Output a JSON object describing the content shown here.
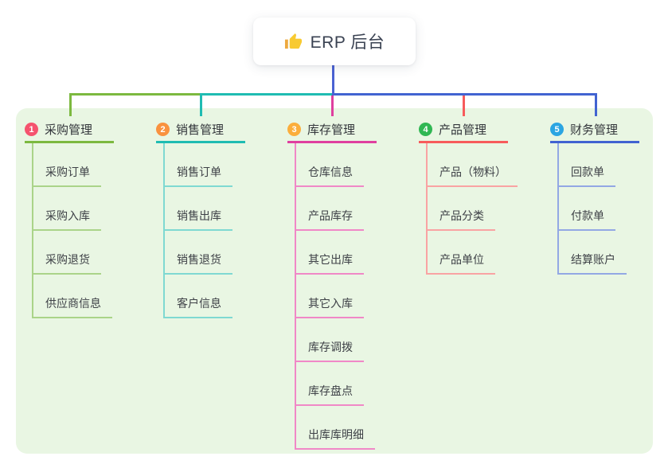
{
  "root": {
    "title": "ERP 后台",
    "icon": "thumbs-up-icon"
  },
  "colors": {
    "panel_bg": "#e9f6e3",
    "root_connector": "#4b62d3",
    "card_bg": "#ffffff",
    "root_title_text": "#3a4252",
    "branch_title_text": "#33363b",
    "child_text": "#3e4147"
  },
  "branches": [
    {
      "index": "1",
      "title": "采购管理",
      "badge_color": "#f5536e",
      "line_color": "#7cb93f",
      "child_line_color": "#aad489",
      "children": [
        "采购订单",
        "采购入库",
        "采购退货",
        "供应商信息"
      ]
    },
    {
      "index": "2",
      "title": "销售管理",
      "badge_color": "#f9923f",
      "line_color": "#1fbcb2",
      "child_line_color": "#7fd9d2",
      "children": [
        "销售订单",
        "销售出库",
        "销售退货",
        "客户信息"
      ]
    },
    {
      "index": "3",
      "title": "库存管理",
      "badge_color": "#fbae3c",
      "line_color": "#df3f9f",
      "child_line_color": "#f088c7",
      "children": [
        "仓库信息",
        "产品库存",
        "其它出库",
        "其它入库",
        "库存调拨",
        "库存盘点",
        "出库库明细"
      ]
    },
    {
      "index": "4",
      "title": "产品管理",
      "badge_color": "#30b753",
      "line_color": "#f75b5b",
      "child_line_color": "#f9a3a3",
      "children": [
        "产品（物料）",
        "产品分类",
        "产品单位"
      ]
    },
    {
      "index": "5",
      "title": "财务管理",
      "badge_color": "#2ba5e2",
      "line_color": "#4163d1",
      "child_line_color": "#93a8e4",
      "children": [
        "回款单",
        "付款单",
        "结算账户"
      ]
    }
  ]
}
